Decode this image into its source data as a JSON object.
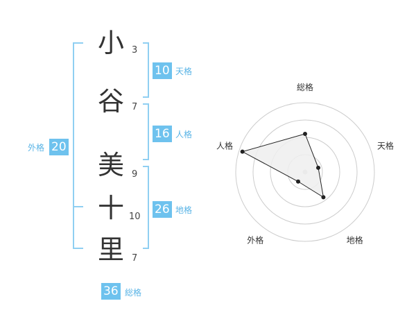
{
  "name": {
    "characters": [
      {
        "char": "小",
        "strokes": "3"
      },
      {
        "char": "谷",
        "strokes": "7"
      },
      {
        "char": "美",
        "strokes": "9"
      },
      {
        "char": "十",
        "strokes": "10"
      },
      {
        "char": "里",
        "strokes": "7"
      }
    ]
  },
  "scores": {
    "tenkaku": {
      "value": "10",
      "label": "天格"
    },
    "jinkaku": {
      "value": "16",
      "label": "人格"
    },
    "chikaku": {
      "value": "26",
      "label": "地格"
    },
    "gaikaku": {
      "value": "20",
      "label": "外格"
    },
    "soukaku": {
      "value": "36",
      "label": "総格"
    }
  },
  "chart_data": {
    "type": "radar",
    "axes": [
      "総格",
      "天格",
      "地格",
      "外格",
      "人格"
    ],
    "values": [
      0.55,
      0.2,
      0.45,
      0.17,
      0.95
    ],
    "rings": 4,
    "colors": {
      "fill": "#eeeeee",
      "line": "#222222",
      "ring": "#cccccc",
      "center": "#cccccc"
    }
  },
  "colors": {
    "accent": "#6ec2ee",
    "bracket": "#8fcff2"
  }
}
